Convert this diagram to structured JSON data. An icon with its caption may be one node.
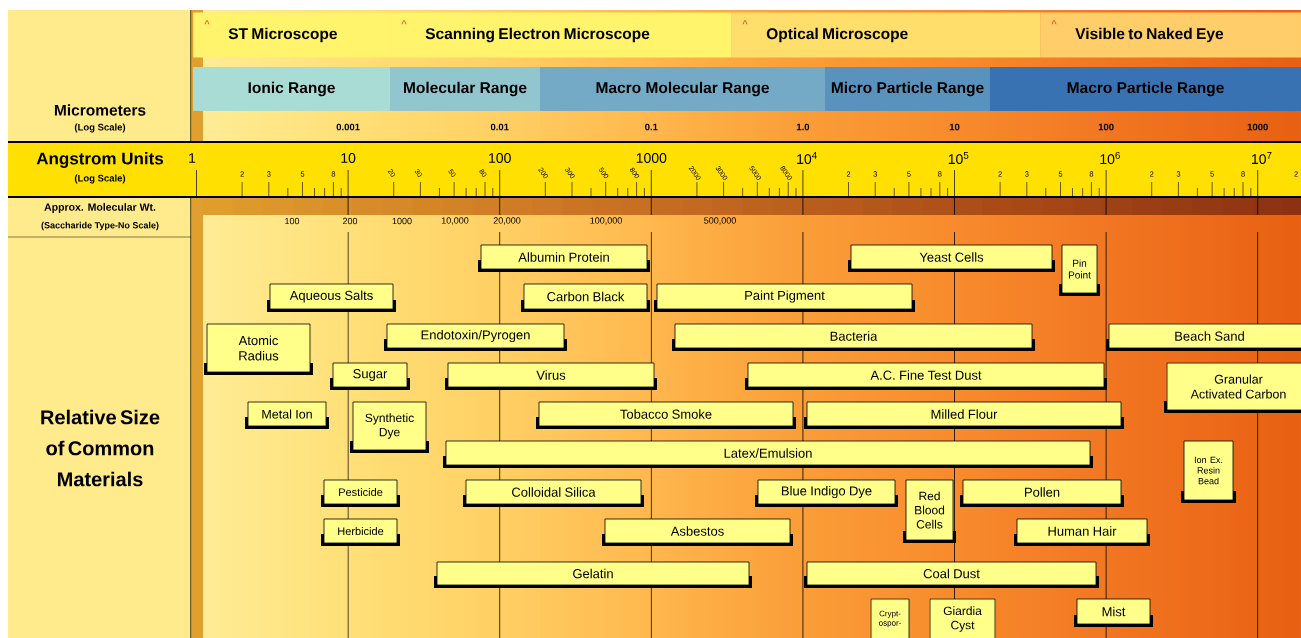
{
  "diagram": {
    "nodes": [
      {
        "text": [
          "^",
          "ST Microscope"
        ]
      },
      {
        "text": [
          "^",
          "Scanning Electron Microscope"
        ]
      },
      {
        "text": [
          "^",
          "Optical Microscope"
        ]
      },
      {
        "text": [
          "^",
          "Visible to Naked Eye"
        ]
      },
      {
        "text": [
          "Ionic Range"
        ]
      },
      {
        "text": [
          "Molecular Range"
        ]
      },
      {
        "text": [
          "Macro Molecular Range"
        ]
      },
      {
        "text": [
          "Micro Particle Range"
        ]
      },
      {
        "text": [
          "Macro Particle Range"
        ]
      },
      {
        "text": [
          "Albumin Protein"
        ]
      },
      {
        "text": [
          "Yeast Cells"
        ]
      },
      {
        "text": [
          "Pin Point"
        ]
      },
      {
        "text": [
          "Aqueous Salts"
        ]
      },
      {
        "text": [
          "Carbon Black"
        ]
      },
      {
        "text": [
          "Paint Pigment"
        ]
      },
      {
        "text": [
          "Atomic Radius"
        ]
      },
      {
        "text": [
          "Endotoxin/Pyrogen"
        ]
      },
      {
        "text": [
          "Bacteria"
        ]
      },
      {
        "text": [
          "Beach Sand"
        ]
      },
      {
        "text": [
          "Sugar"
        ]
      },
      {
        "text": [
          "Virus"
        ]
      },
      {
        "text": [
          "A.C. Fine Test Dust"
        ]
      },
      {
        "text": [
          "Granular Activated Carbon"
        ]
      },
      {
        "text": [
          "Metal Ion"
        ]
      },
      {
        "text": [
          "Synthetic Dye"
        ]
      },
      {
        "text": [
          "Tobacco Smoke"
        ]
      },
      {
        "text": [
          "Milled Flour"
        ]
      },
      {
        "text": [
          "Latex/Emulsion"
        ]
      },
      {
        "text": [
          "Ion Ex. Resin Bead"
        ]
      },
      {
        "text": [
          "Pesticide"
        ]
      },
      {
        "text": [
          "Colloidal Silica"
        ]
      },
      {
        "text": [
          "Blue Indigo Dye"
        ]
      },
      {
        "text": [
          "Red Blood Cells"
        ]
      },
      {
        "text": [
          "Pollen"
        ]
      },
      {
        "text": [
          "Herbicide"
        ]
      },
      {
        "text": [
          "Asbestos"
        ]
      },
      {
        "text": [
          "Human Hair"
        ]
      },
      {
        "text": [
          "Gelatin"
        ]
      },
      {
        "text": [
          "Coal Dust"
        ]
      },
      {
        "text": [
          "Crypt- ospor-"
        ]
      },
      {
        "text": [
          "Giardia Cyst"
        ]
      },
      {
        "text": [
          "Mist"
        ]
      }
    ],
    "labels": [
      "Micrometers",
      "(Log Scale)",
      "0.001",
      "0.01",
      "0.1",
      "1.0",
      "10",
      "100",
      "1000",
      "Angstrom Units",
      "(Log Scale)",
      "1",
      "10",
      "100",
      "1000",
      "10$^{4}$",
      "10$^{5}$",
      "10$^{6}$",
      "10$^{7}$",
      "2",
      "3",
      "5",
      "8",
      "20",
      "30",
      "50",
      "80",
      "200",
      "300",
      "500",
      "800",
      "2000",
      "3000",
      "5000",
      "8000",
      "2",
      "3",
      "5",
      "8",
      "2",
      "3",
      "5",
      "8",
      "2",
      "3",
      "5",
      "8",
      "2",
      "Approx. Molecular Wt.",
      "(Saccharide Type-No Scale)",
      "100",
      "200",
      "1000",
      "10,000",
      "20,000",
      "100,000",
      "500,000",
      "Relative Size of Common Materials"
    ]
  }
}
